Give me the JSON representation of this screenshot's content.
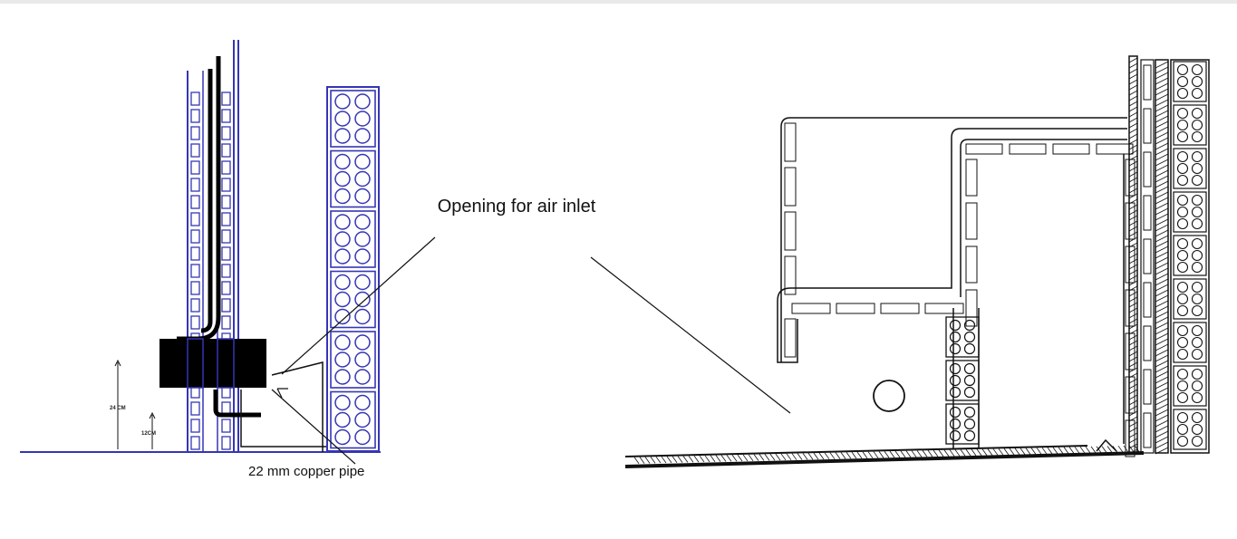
{
  "labels": {
    "air_inlet": "Opening for air inlet",
    "copper_pipe": "22 mm copper pipe",
    "height_24": "24 CM",
    "height_12": "12CM"
  },
  "colors": {
    "background": "#ffffff",
    "line": "#111111",
    "blue_wall": "#3535b5",
    "stove": "#000000"
  }
}
